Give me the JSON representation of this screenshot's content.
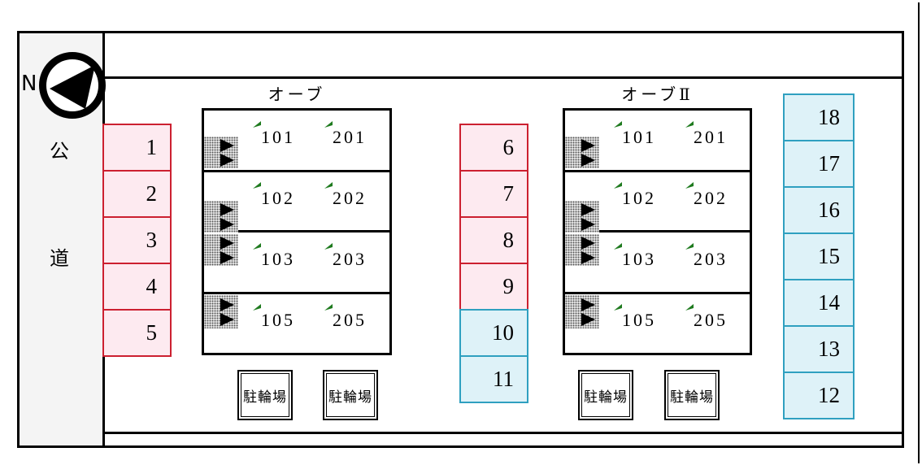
{
  "compass": {
    "label": "N"
  },
  "road": {
    "name_chars": [
      "公",
      "道"
    ]
  },
  "buildings": [
    {
      "title": "オーブ",
      "rooms": [
        [
          "101",
          "201"
        ],
        [
          "102",
          "202"
        ],
        [
          "103",
          "203"
        ],
        [
          "105",
          "205"
        ]
      ]
    },
    {
      "title": "オーブⅡ",
      "rooms": [
        [
          "101",
          "201"
        ],
        [
          "102",
          "202"
        ],
        [
          "103",
          "203"
        ],
        [
          "105",
          "205"
        ]
      ]
    }
  ],
  "parking": {
    "left": [
      "1",
      "2",
      "3",
      "4",
      "5"
    ],
    "middle": [
      "6",
      "7",
      "8",
      "9",
      "10",
      "11"
    ],
    "right": [
      "18",
      "17",
      "16",
      "15",
      "14",
      "13",
      "12"
    ]
  },
  "bicycle_label": "駐輪場",
  "colors": {
    "pink_fill": "#fdeaf0",
    "pink_border": "#cc2030",
    "cyan_fill": "#def2f8",
    "cyan_border": "#2fa0c0",
    "flag_green": "#1e7a1e"
  }
}
